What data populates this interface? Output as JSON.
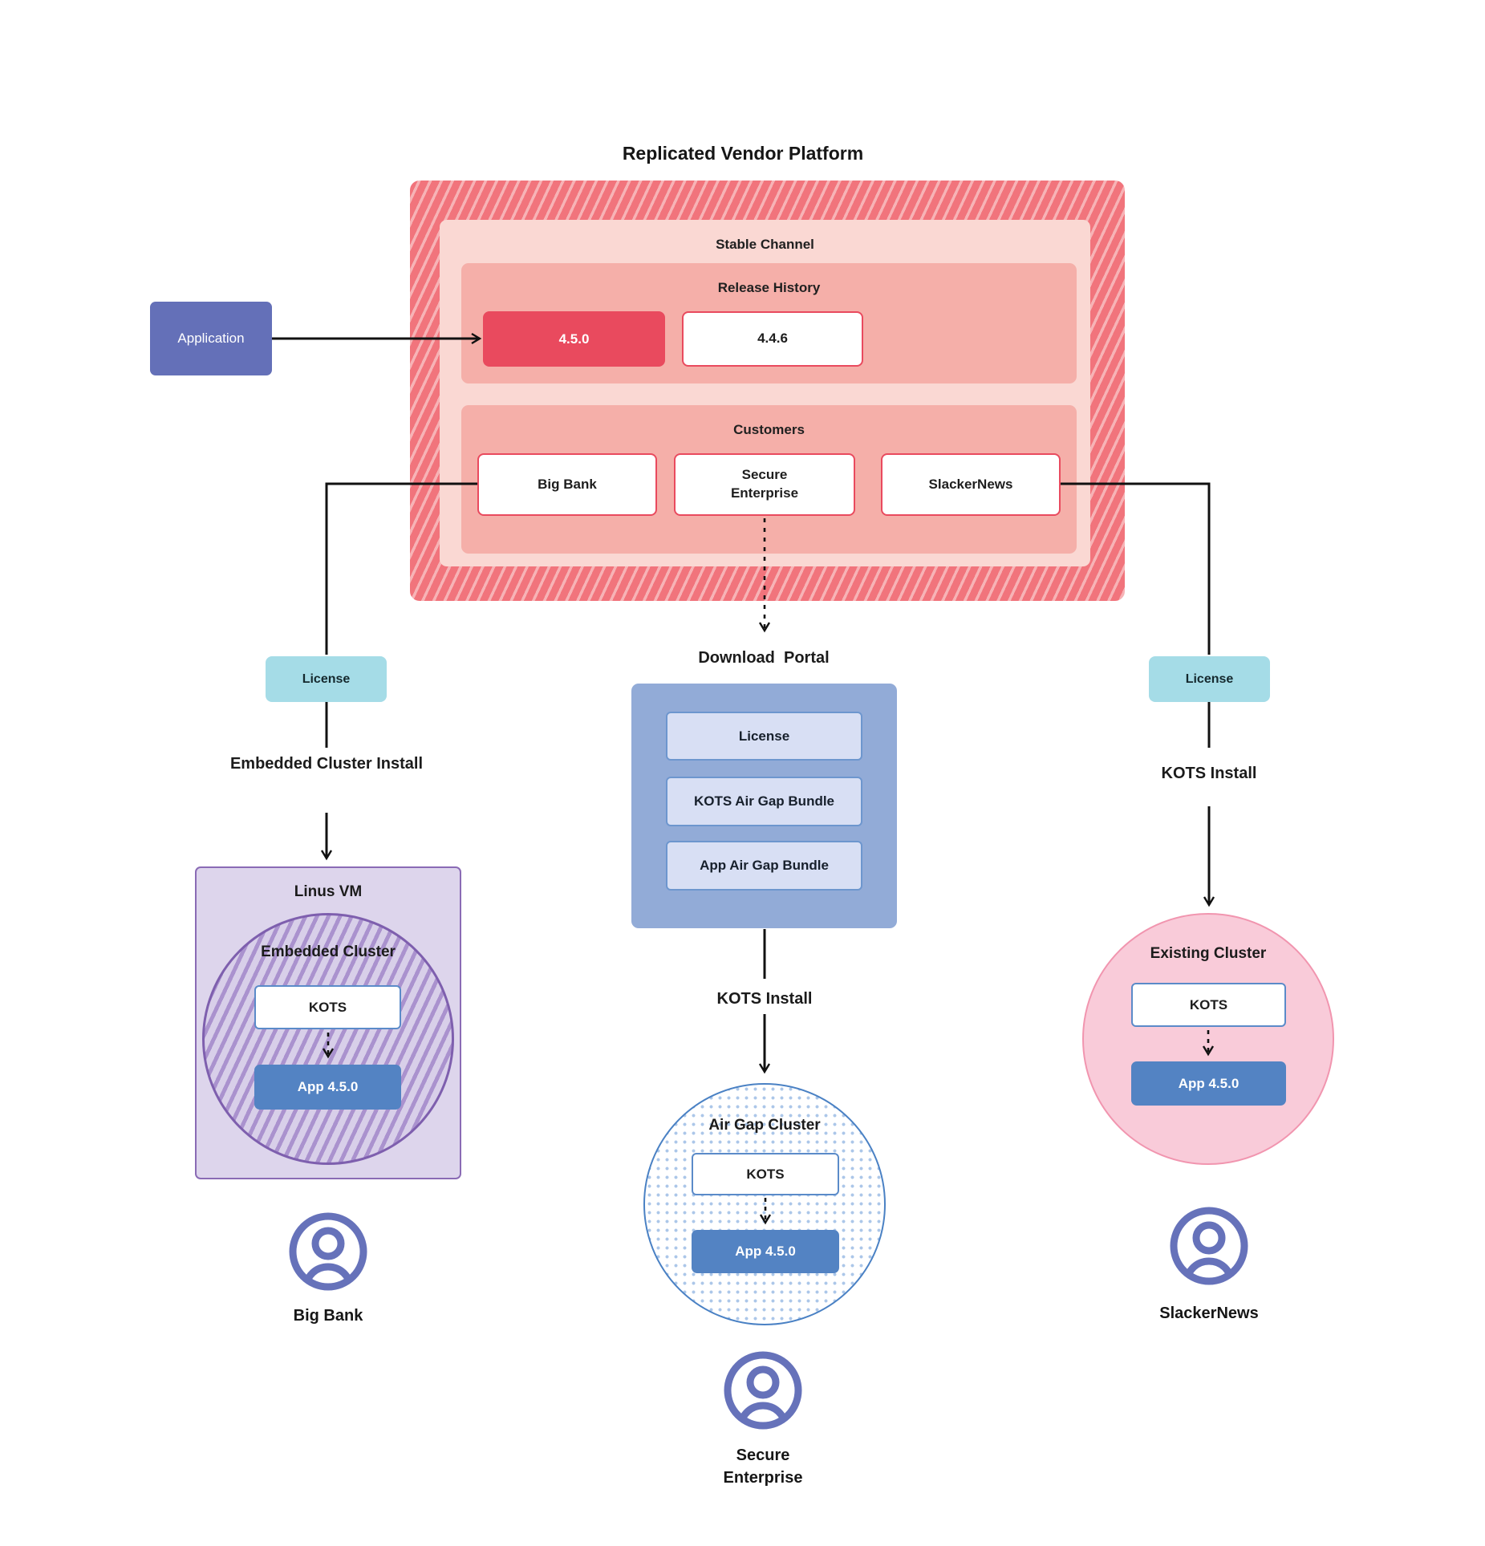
{
  "title": "Replicated Vendor Platform",
  "platform": {
    "stable_channel": "Stable Channel",
    "release_history": {
      "label": "Release History",
      "releases": [
        {
          "version": "4.5.0",
          "current": true
        },
        {
          "version": "4.4.6",
          "current": false
        }
      ]
    },
    "customers": {
      "label": "Customers",
      "items": [
        {
          "name": "Big Bank"
        },
        {
          "name": "Secure Enterprise"
        },
        {
          "name": "SlackerNews"
        }
      ]
    }
  },
  "application": {
    "label": "Application"
  },
  "flows": {
    "left": {
      "license": "License",
      "install": "Embedded Cluster Install",
      "vm": "Linus VM",
      "cluster": "Embedded Cluster",
      "kots": "KOTS",
      "app": "App 4.5.0",
      "persona": "Big Bank"
    },
    "middle": {
      "portal_title": "Download  Portal",
      "portal_items": [
        {
          "label": "License"
        },
        {
          "label": "KOTS Air Gap Bundle"
        },
        {
          "label": "App Air Gap Bundle"
        }
      ],
      "install": "KOTS Install",
      "cluster": "Air Gap Cluster",
      "kots": "KOTS",
      "app": "App 4.5.0",
      "persona": "Secure Enterprise"
    },
    "right": {
      "license": "License",
      "install": "KOTS Install",
      "cluster": "Existing Cluster",
      "kots": "KOTS",
      "app": "App 4.5.0",
      "persona": "SlackerNews"
    }
  },
  "colors": {
    "accent_red": "#E94A5E",
    "hatch_red": "#F1747C",
    "stable_pink": "#FAD8D3",
    "section_salmon": "#F5AFA9",
    "application_purple": "#6470B8",
    "license_teal": "#A5DCE7",
    "portal_blue": "#92ABD7",
    "portal_item_blue": "#D8DFF4",
    "app_blue": "#5383C3",
    "vm_purple": "#DDD5EC",
    "cluster_hatch_purple": "#AA92CE",
    "cluster_pink": "#F9CBD9",
    "persona_indigo": "#6672BA"
  }
}
